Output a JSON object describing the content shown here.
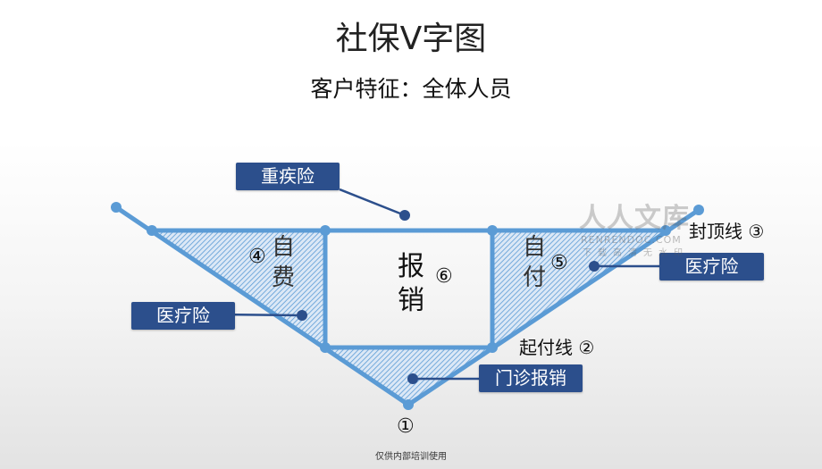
{
  "title": "社保V字图",
  "subtitle": "客户特征：全体人员",
  "boxes": {
    "critical_illness": "重疾险",
    "medical_left": "医疗险",
    "medical_right": "医疗险",
    "outpatient": "门诊报销"
  },
  "labels": {
    "self_pay_left": "自费",
    "self_pay_left_num": "④",
    "reimburse": "报销",
    "reimburse_num": "⑥",
    "self_pay_right": "自付",
    "self_pay_right_num": "⑤",
    "cap_line": "封顶线 ③",
    "deductible_line": "起付线 ②",
    "bottom_num": "①"
  },
  "watermark": {
    "main": "人人文库",
    "latin": "RENRENDOC.COM",
    "sub": "下载高清无水印"
  },
  "footer": "仅供内部培训使用",
  "colors": {
    "line": "#5b9bd5",
    "box": "#2c4f8c",
    "connector": "#2c4f8c",
    "hatch": "#5b9bd5"
  }
}
